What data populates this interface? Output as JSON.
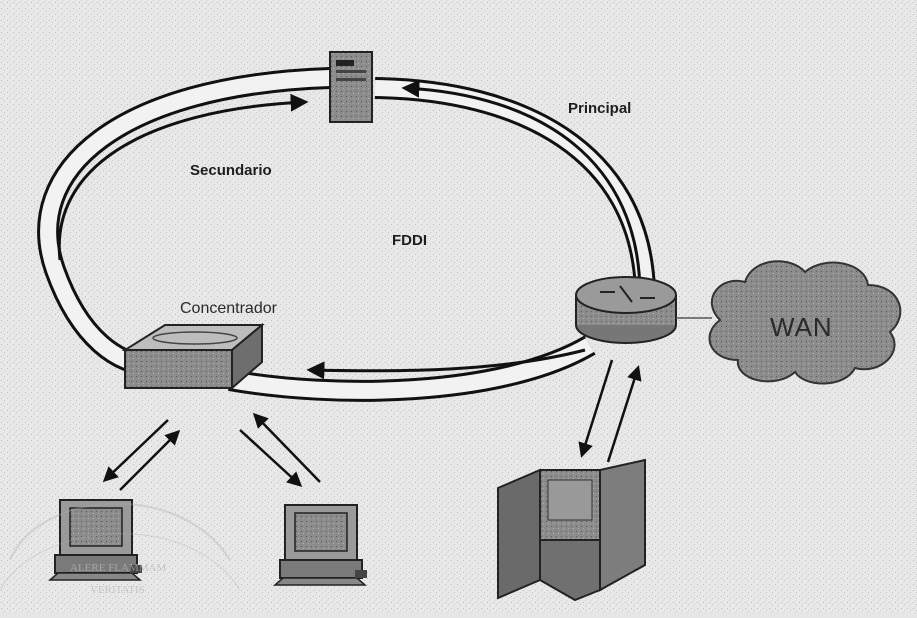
{
  "diagram": {
    "ring_label": "FDDI",
    "primary_ring_label": "Principal",
    "secondary_ring_label": "Secundario",
    "concentrator_label": "Concentrador",
    "wan_label": "WAN"
  },
  "watermark": {
    "line1": "ALERE FLAMMAM",
    "line2": "VERITATIS"
  },
  "nodes": [
    {
      "name": "server",
      "icon": "server-tower-icon"
    },
    {
      "name": "router",
      "icon": "router-icon"
    },
    {
      "name": "concentrator",
      "icon": "hub-icon"
    },
    {
      "name": "wan",
      "icon": "cloud-icon"
    },
    {
      "name": "workstation-left",
      "icon": "computer-icon"
    },
    {
      "name": "workstation-right",
      "icon": "computer-icon"
    },
    {
      "name": "switch",
      "icon": "switch-icon"
    }
  ],
  "colors": {
    "background": "#e6e6e6",
    "ring": "#f2f2f2",
    "ring_outline": "#111111",
    "device_gray": "#8a8a8a",
    "cloud": "#9a9a9a"
  }
}
